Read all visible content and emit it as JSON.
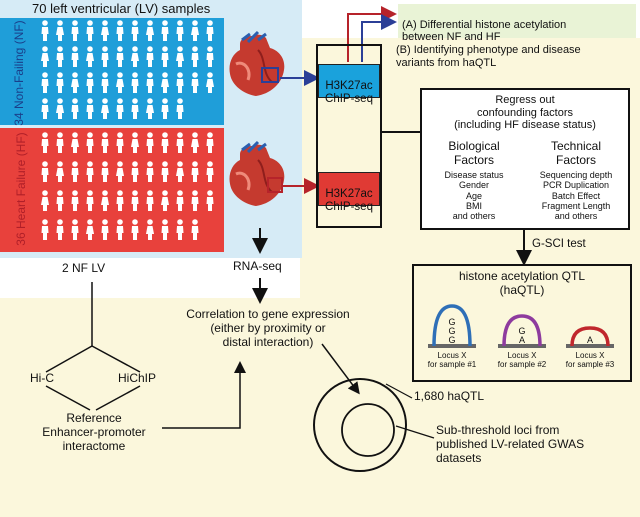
{
  "samples_title": "70 left ventricular (LV) samples",
  "nf_group": {
    "count": "34",
    "label": "Non-Failing (NF)"
  },
  "hf_group": {
    "count": "36",
    "label": "Heart Failure (HF)"
  },
  "chip_label_nf": "H3K27ac\nChIP-seq",
  "chip_label_hf": "H3K27ac\nChIP-seq",
  "section_a": "(A) Differential histone acetylation\nbetween NF and HF",
  "section_b": "(B) Identifying phenotype and disease\nvariants from haQTL",
  "regress_title": "Regress out\nconfounding factors\n(including HF disease status)",
  "bio_factors_title": "Biological\nFactors",
  "bio_factors_items": "Disease status\nGender\nAge\nBMI\nand others",
  "tech_factors_title": "Technical\nFactors",
  "tech_factors_items": "Sequencing depth\nPCR Duplication\nBatch Effect\nFragment Length\nand others",
  "gsci_label": "G-SCI test",
  "haqtl_title": "histone acetylation QTL\n(haQTL)",
  "loci": [
    {
      "letters": "G\nG\nG",
      "label": "Locus X\nfor sample #1",
      "color": "#2e6fb7"
    },
    {
      "letters": "G\nA",
      "label": "Locus X\nfor sample #2",
      "color": "#8e3b9e"
    },
    {
      "letters": "A",
      "label": "Locus X\nfor sample #3",
      "color": "#c0272d"
    }
  ],
  "rnaseq_label": "RNA-seq",
  "nf_lv_label": "2 NF LV",
  "hic_label": "Hi-C",
  "hichip_label": "HiChIP",
  "reference_label": "Reference\nEnhancer-promoter\ninteractome",
  "correlation_label": "Correlation to gene expression\n(either by proximity or\ndistal interaction)",
  "haqtl_count_label": "1,680 haQTL",
  "subthreshold_label": "Sub-threshold loci from\npublished LV-related GWAS\ndatasets",
  "colors": {
    "nf_blue": "#1f9ed9",
    "hf_red": "#e8413c",
    "cream": "#fbf7dc",
    "chip_blue": "#1aa2dc",
    "chip_red": "#e03a34",
    "arrow_blue": "#2b3f97",
    "arrow_red": "#b6232a",
    "section_a_bg": "#e9f3d6"
  }
}
